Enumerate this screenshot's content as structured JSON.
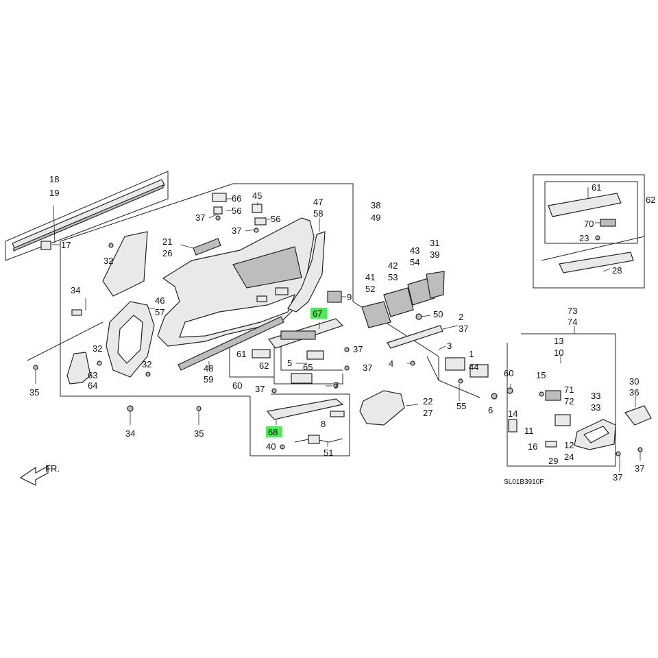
{
  "diagram": {
    "catalog_code": "SL01B3910F",
    "direction_label": "FR.",
    "highlighted_callouts": [
      "22",
      "27"
    ],
    "callouts": [
      "18",
      "19",
      "17",
      "66",
      "56",
      "37",
      "45",
      "56",
      "37",
      "47",
      "58",
      "38",
      "49",
      "21",
      "26",
      "32",
      "46",
      "57",
      "34",
      "32",
      "63",
      "64",
      "35",
      "32",
      "34",
      "35",
      "9",
      "48",
      "59",
      "61",
      "62",
      "60",
      "5",
      "65",
      "37",
      "7",
      "37",
      "37",
      "8",
      "40",
      "51",
      "41",
      "52",
      "42",
      "53",
      "43",
      "54",
      "31",
      "39",
      "50",
      "2",
      "37",
      "3",
      "4",
      "1",
      "44",
      "55",
      "22",
      "27",
      "67",
      "68",
      "61",
      "62",
      "70",
      "23",
      "28",
      "73",
      "74",
      "13",
      "10",
      "15",
      "71",
      "72",
      "33",
      "33",
      "60",
      "6",
      "14",
      "11",
      "16",
      "12",
      "24",
      "29",
      "30",
      "36",
      "37",
      "37"
    ]
  }
}
